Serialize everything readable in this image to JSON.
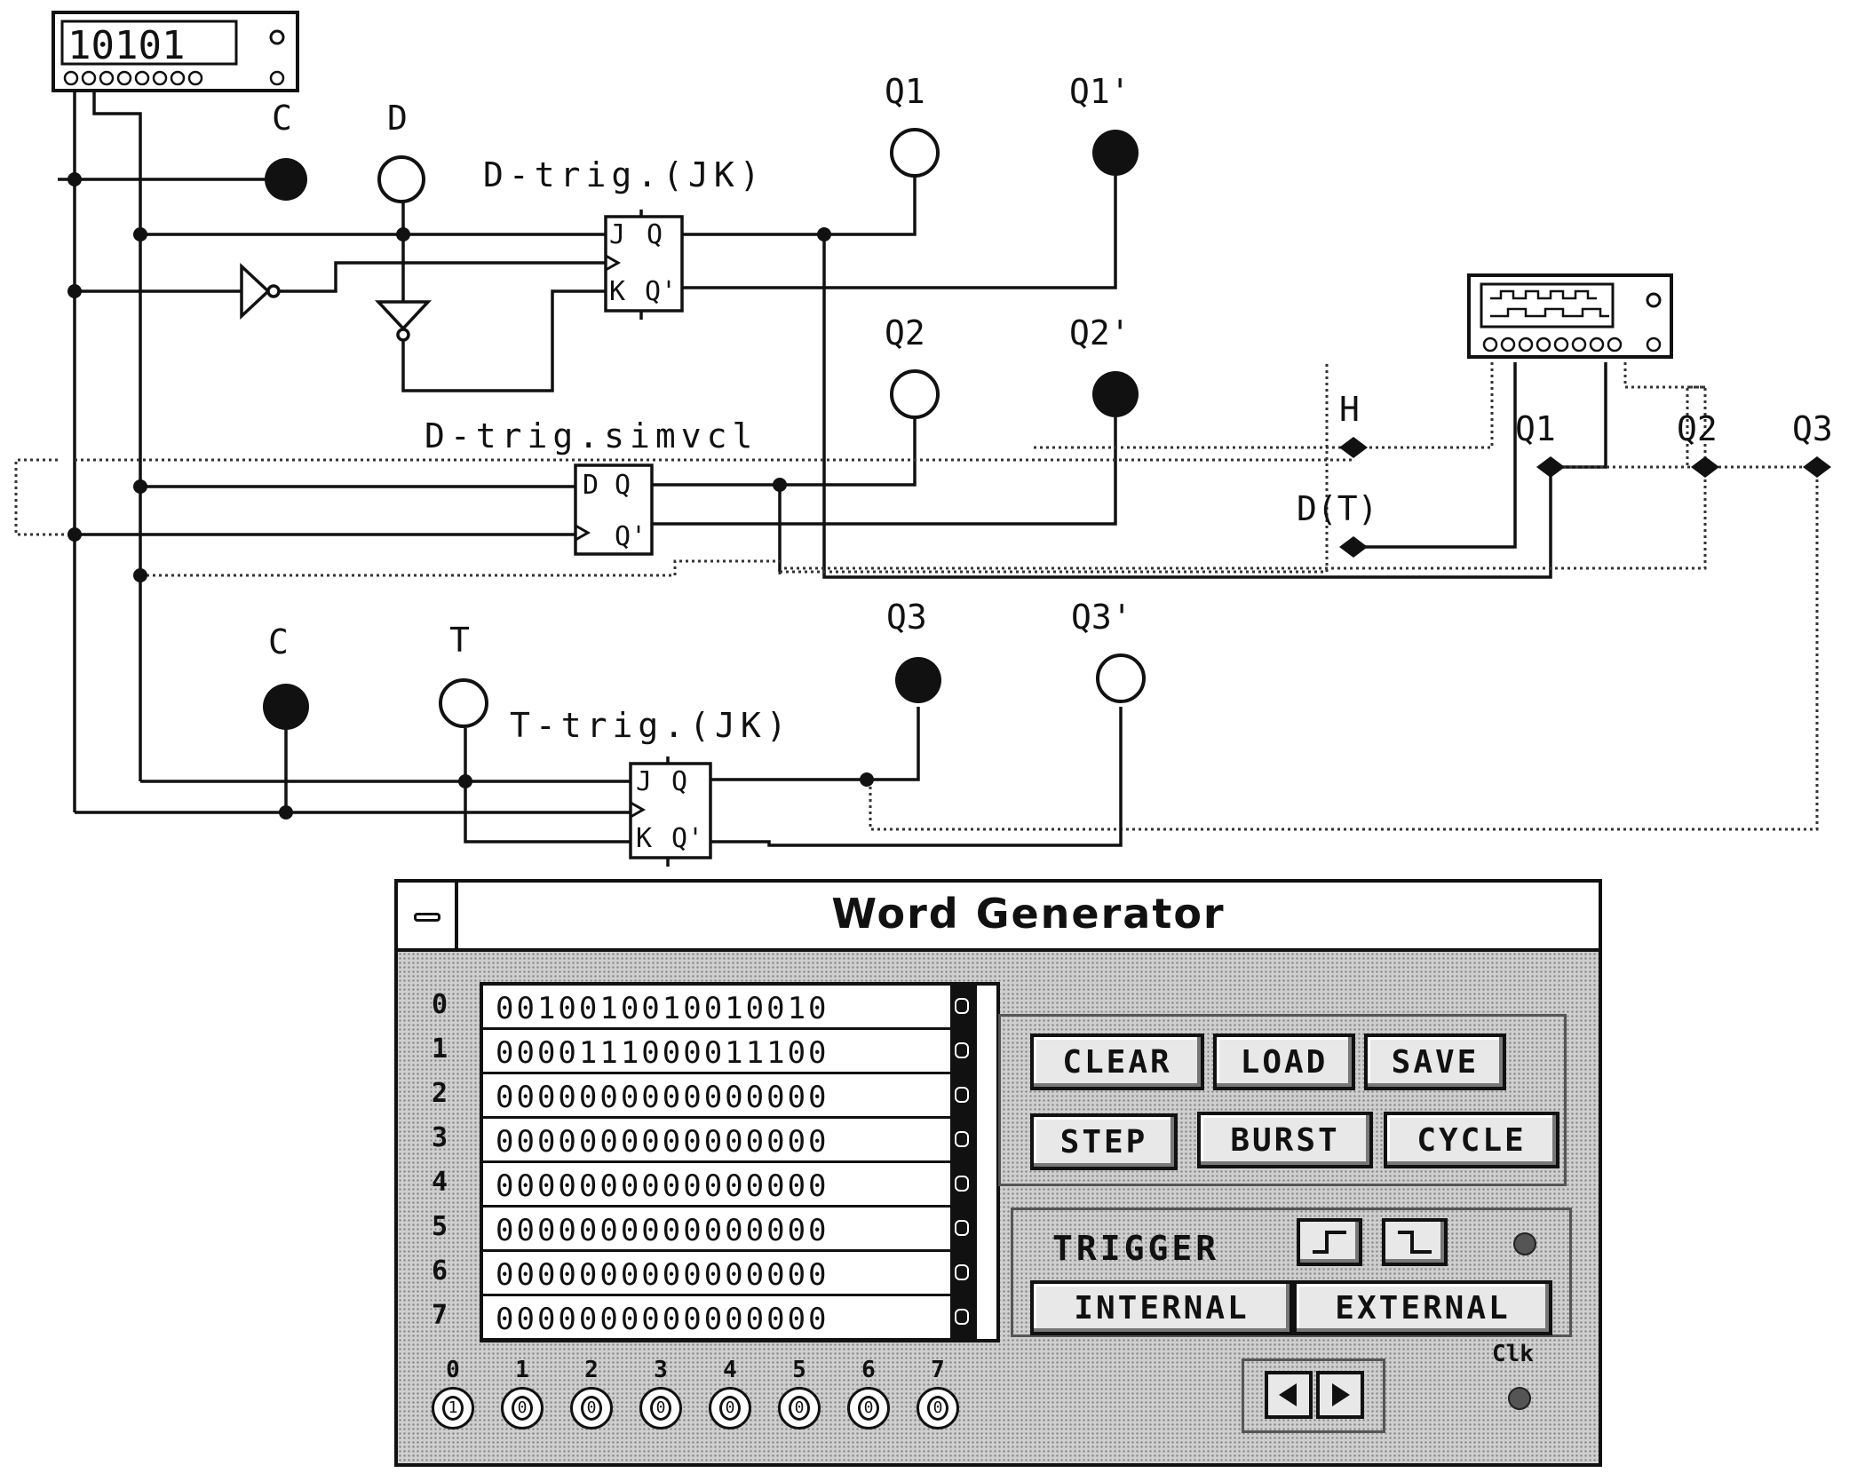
{
  "instrument_top": {
    "display": "10101"
  },
  "labels": {
    "c1": "C",
    "d1": "D",
    "q1": "Q1",
    "q1n": "Q1'",
    "dtrig_jk": "D-trig.(JK)",
    "q2": "Q2",
    "q2n": "Q2'",
    "dtrig_simvol": "D-trig.simvcl",
    "h": "H",
    "dt": "D(T)",
    "scope_q1": "Q1",
    "scope_q2": "Q2",
    "scope_q3": "Q3",
    "c2": "C",
    "t": "T",
    "q3": "Q3",
    "q3n": "Q3'",
    "ttrig_jk": "T-trig.(JK)"
  },
  "pins": {
    "j": "J",
    "q": "Q",
    "k": "K",
    "qn": "Q'",
    "d": "D"
  },
  "word_generator": {
    "title": "Word Generator",
    "rows": [
      {
        "index": "0",
        "value": "0010010010010010"
      },
      {
        "index": "1",
        "value": "0000111000011100"
      },
      {
        "index": "2",
        "value": "0000000000000000"
      },
      {
        "index": "3",
        "value": "0000000000000000"
      },
      {
        "index": "4",
        "value": "0000000000000000"
      },
      {
        "index": "5",
        "value": "0000000000000000"
      },
      {
        "index": "6",
        "value": "0000000000000000"
      },
      {
        "index": "7",
        "value": "0000000000000000"
      }
    ],
    "buttons": {
      "clear": "CLEAR",
      "load": "LOAD",
      "save": "SAVE",
      "step": "STEP",
      "burst": "BURST",
      "cycle": "CYCLE",
      "internal": "INTERNAL",
      "external": "EXTERNAL"
    },
    "trigger_label": "TRIGGER",
    "clk_label": "Clk",
    "outputs": [
      {
        "num": "0",
        "value": "1"
      },
      {
        "num": "1",
        "value": "0"
      },
      {
        "num": "2",
        "value": "0"
      },
      {
        "num": "3",
        "value": "0"
      },
      {
        "num": "4",
        "value": "0"
      },
      {
        "num": "5",
        "value": "0"
      },
      {
        "num": "6",
        "value": "0"
      },
      {
        "num": "7",
        "value": "0"
      }
    ]
  }
}
